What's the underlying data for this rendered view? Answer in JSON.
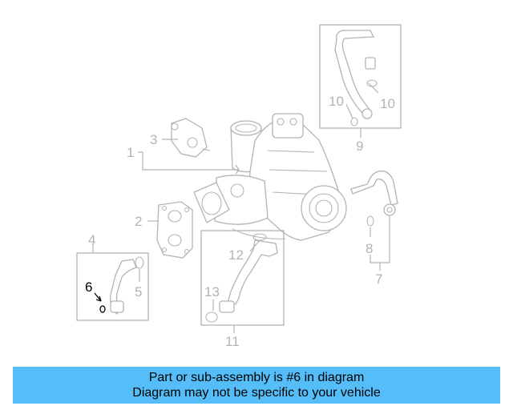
{
  "callouts": [
    "1",
    "2",
    "3",
    "4",
    "5",
    "6",
    "7",
    "8",
    "9",
    "10",
    "10",
    "11",
    "12",
    "13"
  ],
  "highlighted_callout": "6",
  "colors": {
    "banner": "#55bdf7",
    "line_art": "#b4b4b4",
    "highlight": "#000000"
  },
  "banner": {
    "line1": "Part or sub-assembly is #6 in diagram",
    "line2": "Diagram may not be specific to your vehicle"
  }
}
